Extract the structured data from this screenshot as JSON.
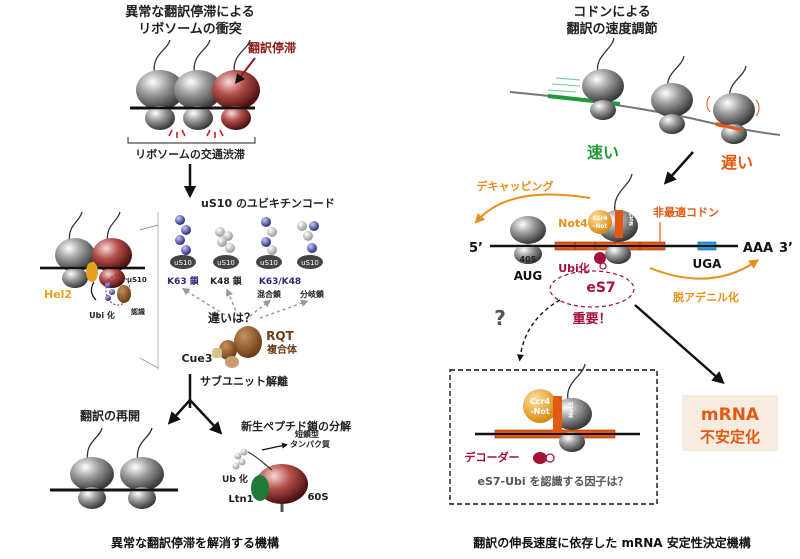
{
  "left": {
    "title_line1": "異常な翻訳停滞による",
    "title_line2": "リボソームの衝突",
    "stall_label": "翻訳停滞",
    "traffic_label": "リボソームの交通渋滞",
    "code_title": "uS10 のユビキチンコード",
    "us10": "uS10",
    "chains": [
      "K63 鎖",
      "K48 鎖",
      "K63/K48",
      "混合鎖",
      "分岐鎖"
    ],
    "hel2": "Hel2",
    "ubi_label": "Ubi 化",
    "recognition": "認識",
    "diff_q": "違いは？",
    "rqt": "RQT",
    "rqt_complex": "複合体",
    "cue3": "Cue3",
    "subunit": "サブユニット解離",
    "reinit": "翻訳の再開",
    "degrade": "新生ペプチド鎖の分解",
    "short_line1": "短鎖型",
    "short_line2": "タンパク質",
    "ub_label": "Ub 化",
    "ltn1": "Ltn1",
    "s60": "60S",
    "bottom": "異常な翻訳停滞を解消する機構"
  },
  "right": {
    "title_line1": "コドンによる",
    "title_line2": "翻訳の速度調節",
    "fast": "速い",
    "slow": "遅い",
    "decapping": "デキャッピング",
    "not4": "Not4",
    "ccr4": "Ccr4",
    "not": "-Not",
    "not5": "Not5",
    "nonopt": "非最適コドン",
    "five": "5’",
    "aaa": "AAA",
    "three": "3’",
    "s40": "40S",
    "aug": "AUG",
    "uga": "UGA",
    "ubika": "Ubi化",
    "es7": "eS7",
    "deadenyl": "脱アデニル化",
    "important": "重要！",
    "question": "?",
    "decoder": "デコーダー",
    "es7_q": "eS7-Ubi を認識する因子は？",
    "mrna1": "mRNA",
    "mrna2": "不安定化",
    "bottom": "翻訳の伸長速度に依存した mRNA 安定性決定機構"
  },
  "colors": {
    "stall": "#8b1a1a",
    "fast": "#1f9a3a",
    "slow": "#e25a12",
    "arrow": "#e8901c",
    "hel2": "#e8a21c",
    "es7": "#a3123a",
    "us10_ubi": "#3a3a8c",
    "mrna_box": "#f8ebe0"
  }
}
